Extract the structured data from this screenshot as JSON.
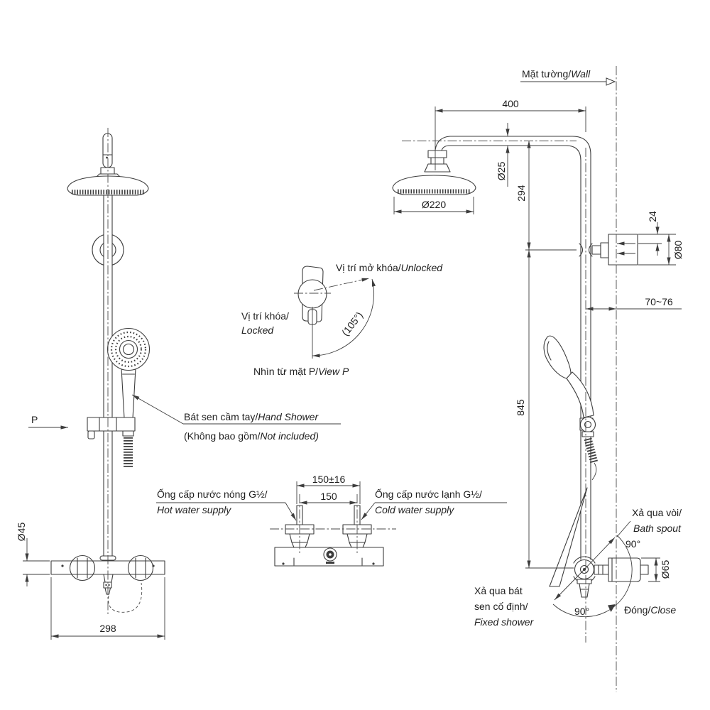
{
  "drawing_labels": {
    "wall": {
      "vi": "Mặt tường/",
      "en": "Wall"
    },
    "view_arrow": "P",
    "unlocked": {
      "vi": "Vị trí mở khóa/",
      "en": "Unlocked"
    },
    "locked": {
      "vi": "Vị trí khóa/",
      "en": "Locked"
    },
    "rotation_angle": "(105°)",
    "view_caption": {
      "vi": "Nhìn từ mặt P/",
      "en": "View P"
    },
    "hand_shower": {
      "vi": "Bát sen cầm tay/",
      "en": "Hand Shower"
    },
    "not_included": {
      "vi": "(Không bao gồm/",
      "en": "Not included)"
    },
    "hot_water": {
      "vi": "Ống cấp nước nóng G½/",
      "en": "Hot water supply"
    },
    "cold_water": {
      "vi": "Ống cấp nước lạnh G½/",
      "en": "Cold water supply"
    },
    "bath_spout": {
      "vi": "Xả qua vòi/",
      "en": "Bath spout"
    },
    "fixed_shower": {
      "vi_line1": "Xả qua bát",
      "vi_line2": "sen cố định/",
      "en": "Fixed shower"
    },
    "close": {
      "vi": "Đóng/",
      "en": "Close"
    }
  },
  "dimensions": {
    "arm_length": "400",
    "pipe_diameter": "Ø25",
    "arm_to_bracket": "294",
    "head_diameter": "Ø220",
    "bracket_inset": "24",
    "bracket_diameter": "Ø80",
    "wall_distance": "70~76",
    "bracket_to_valve": "845",
    "handle_diameter": "Ø65",
    "angle_to_bath_spout": "90°",
    "angle_to_fixed_shower": "90°",
    "valve_diameter": "Ø45",
    "valve_width": "298",
    "inlet_spacing_tolerance": "150±16",
    "inlet_spacing": "150"
  },
  "colors": {
    "line": "#3d3d3d",
    "text": "#1e1e1e",
    "background": "#ffffff"
  }
}
